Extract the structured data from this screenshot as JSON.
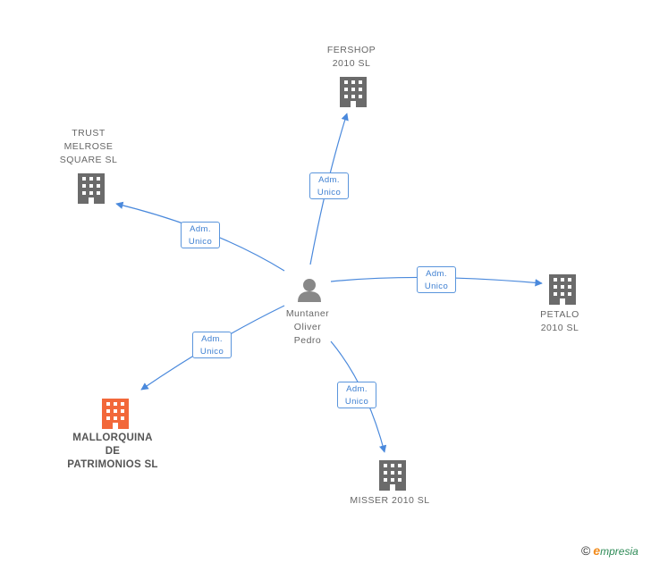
{
  "colors": {
    "edge": "#4a89dc",
    "company": "#6b6b6b",
    "company_highlight": "#f2683a",
    "person": "#888888"
  },
  "center": {
    "name": "Muntaner\nOliver\nPedro",
    "icon": "person-icon"
  },
  "companies": [
    {
      "id": "fershop",
      "name": "FERSHOP\n2010 SL",
      "icon": "building-icon"
    },
    {
      "id": "trust",
      "name": "TRUST\nMELROSE\nSQUARE SL",
      "icon": "building-icon"
    },
    {
      "id": "petalo",
      "name": "PETALO\n2010 SL",
      "icon": "building-icon"
    },
    {
      "id": "mallorquina",
      "name": "MALLORQUINA\nDE\nPATRIMONIOS SL",
      "icon": "building-icon",
      "highlight": true
    },
    {
      "id": "misser",
      "name": "MISSER 2010 SL",
      "icon": "building-icon"
    }
  ],
  "relations": [
    {
      "to": "fershop",
      "line1": "Adm.",
      "line2": "Unico"
    },
    {
      "to": "trust",
      "line1": "Adm.",
      "line2": "Unico"
    },
    {
      "to": "petalo",
      "line1": "Adm.",
      "line2": "Unico"
    },
    {
      "to": "mallorquina",
      "line1": "Adm.",
      "line2": "Unico"
    },
    {
      "to": "misser",
      "line1": "Adm.",
      "line2": "Unico"
    }
  ],
  "watermark": {
    "copyright": "©",
    "brand_initial": "e",
    "brand_rest": "mpresia"
  }
}
